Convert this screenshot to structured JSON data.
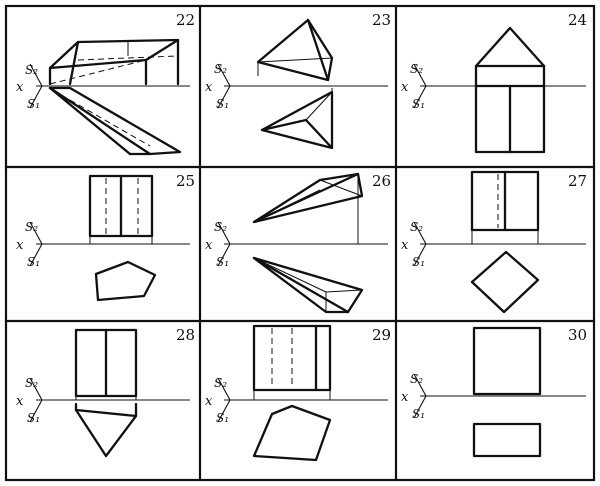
{
  "axis_labels": {
    "upper": "S₂",
    "lower": "S₁",
    "axis": "x"
  },
  "panels": [
    {
      "number": "22"
    },
    {
      "number": "23"
    },
    {
      "number": "24"
    },
    {
      "number": "25"
    },
    {
      "number": "26"
    },
    {
      "number": "27"
    },
    {
      "number": "28"
    },
    {
      "number": "29"
    },
    {
      "number": "30"
    }
  ]
}
